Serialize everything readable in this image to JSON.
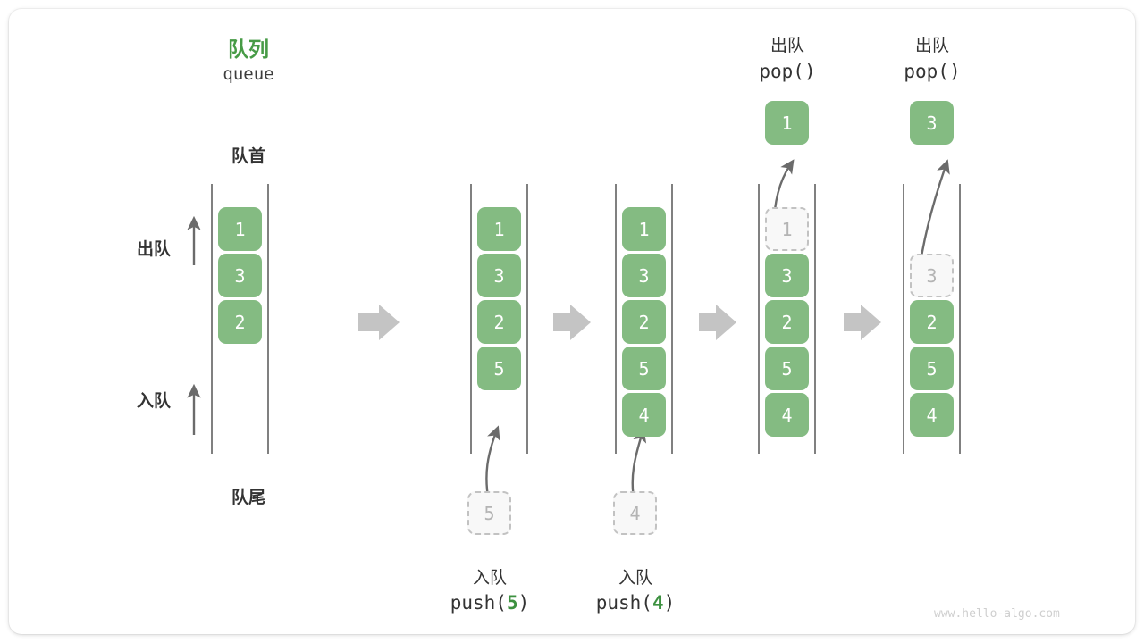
{
  "diagram": {
    "title_cn": "队列",
    "title_en": "queue",
    "front_label": "队首",
    "rear_label": "队尾",
    "dequeue_label": "出队",
    "enqueue_label": "入队",
    "watermark": "www.hello-algo.com",
    "colors": {
      "cell_fill": "#84bb82",
      "cell_text": "#ffffff",
      "ghost_fill": "#f8f8f8",
      "ghost_border": "#c2c2c2",
      "ghost_text": "#b4b4b4",
      "title_green": "#479b46",
      "code_green": "#3d9140",
      "rail": "#4a4a4a",
      "arrow_gray": "#c4c4c4",
      "curve_arrow": "#6b6b6b",
      "text_dark": "#333333"
    }
  },
  "steps": [
    {
      "id": "initial",
      "cells": [
        {
          "value": "1",
          "state": "filled"
        },
        {
          "value": "3",
          "state": "filled"
        },
        {
          "value": "2",
          "state": "filled"
        }
      ],
      "op_cn": "",
      "op_code": "",
      "op_code_arg": ""
    },
    {
      "id": "push-5",
      "cells": [
        {
          "value": "1",
          "state": "filled"
        },
        {
          "value": "3",
          "state": "filled"
        },
        {
          "value": "2",
          "state": "filled"
        },
        {
          "value": "5",
          "state": "filled"
        }
      ],
      "incoming": {
        "value": "5",
        "state": "ghost"
      },
      "op_cn": "入队",
      "op_code_prefix": "push(",
      "op_code_arg": "5",
      "op_code_suffix": ")"
    },
    {
      "id": "push-4",
      "cells": [
        {
          "value": "1",
          "state": "filled"
        },
        {
          "value": "3",
          "state": "filled"
        },
        {
          "value": "2",
          "state": "filled"
        },
        {
          "value": "5",
          "state": "filled"
        },
        {
          "value": "4",
          "state": "filled"
        }
      ],
      "incoming": {
        "value": "4",
        "state": "ghost"
      },
      "op_cn": "入队",
      "op_code_prefix": "push(",
      "op_code_arg": "4",
      "op_code_suffix": ")"
    },
    {
      "id": "pop-1",
      "cells": [
        {
          "value": "1",
          "state": "ghost"
        },
        {
          "value": "3",
          "state": "filled"
        },
        {
          "value": "2",
          "state": "filled"
        },
        {
          "value": "5",
          "state": "filled"
        },
        {
          "value": "4",
          "state": "filled"
        }
      ],
      "outgoing": {
        "value": "1",
        "state": "filled"
      },
      "op_cn": "出队",
      "op_code_prefix": "pop(",
      "op_code_arg": "",
      "op_code_suffix": ")"
    },
    {
      "id": "pop-3",
      "cells": [
        {
          "value": "",
          "state": "empty"
        },
        {
          "value": "3",
          "state": "ghost"
        },
        {
          "value": "2",
          "state": "filled"
        },
        {
          "value": "5",
          "state": "filled"
        },
        {
          "value": "4",
          "state": "filled"
        }
      ],
      "outgoing": {
        "value": "3",
        "state": "filled"
      },
      "op_cn": "出队",
      "op_code_prefix": "pop(",
      "op_code_arg": "",
      "op_code_suffix": ")"
    }
  ],
  "flow_arrows": 4
}
